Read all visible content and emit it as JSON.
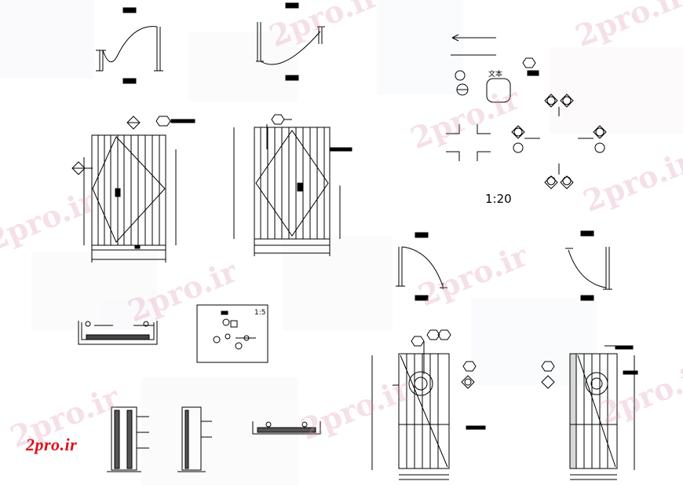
{
  "drawing": {
    "scale_main": "1:20",
    "scale_inset": "1:5",
    "detail_note": "文本",
    "watermark_text": "2pro.ir",
    "watermark_color": "#d98fb0",
    "line_color": "#000000"
  },
  "brand": {
    "logo_text": "2pro.ir",
    "logo_color": "#e0101a"
  }
}
